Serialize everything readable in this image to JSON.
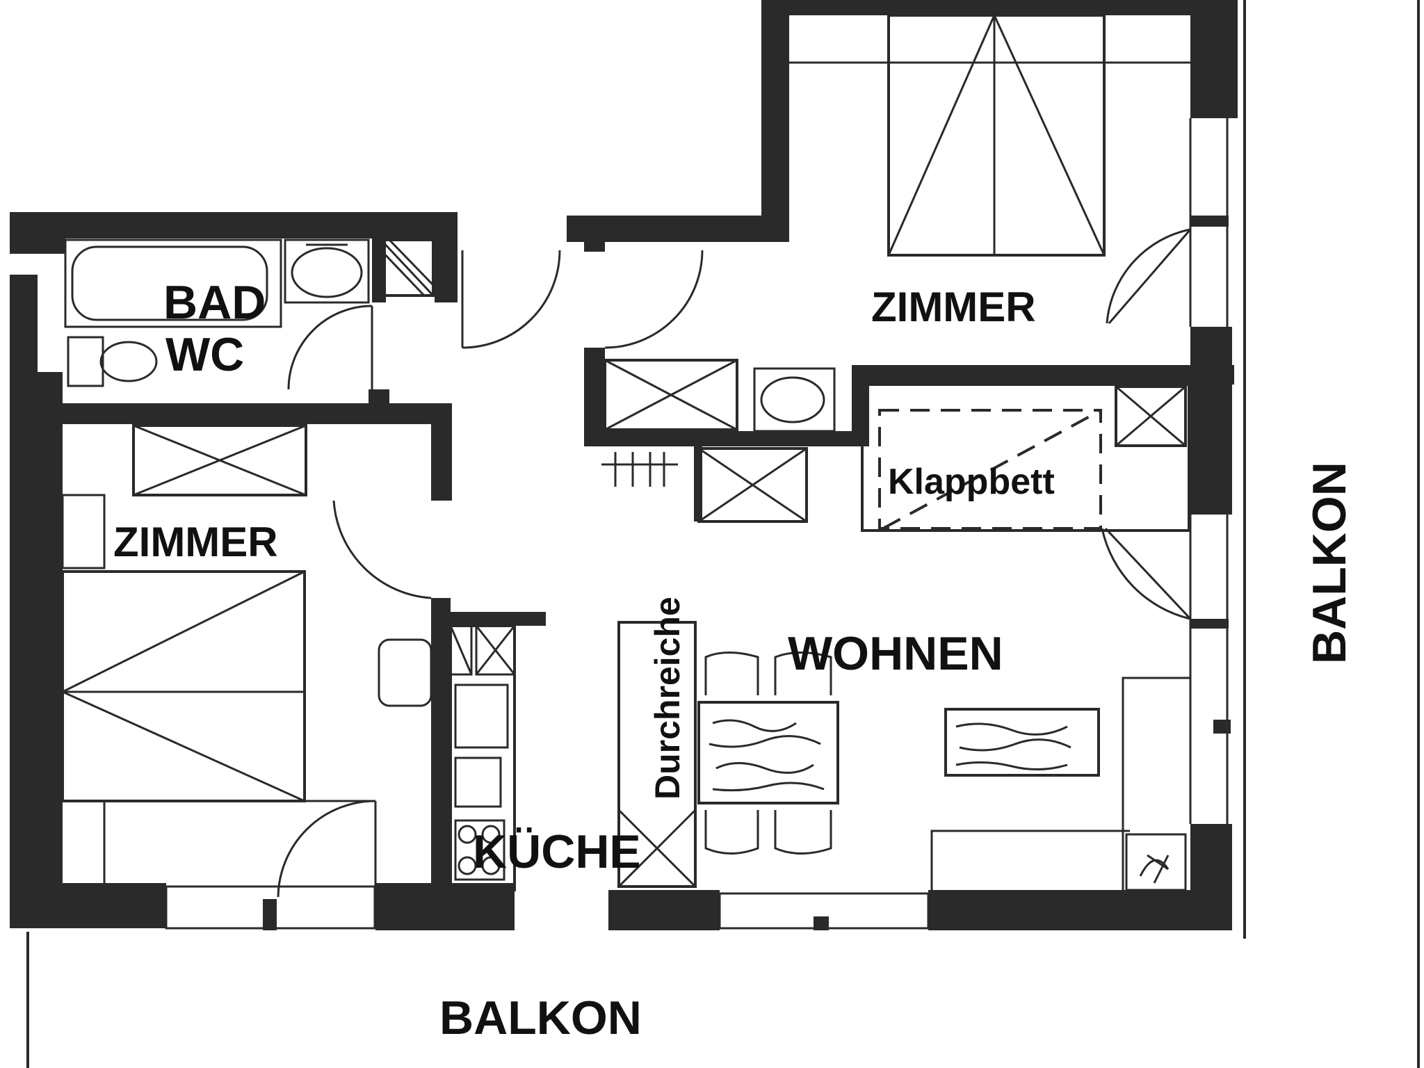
{
  "labels": {
    "bad": "BAD",
    "wc": "WC",
    "zimmer_left": "ZIMMER",
    "zimmer_top": "ZIMMER",
    "klappbett": "Klappbett",
    "wohnen": "WOHNEN",
    "durchreiche": "Durchreiche",
    "kueche": "KÜCHE",
    "balkon_bottom": "BALKON",
    "balkon_right": "BALKON"
  },
  "colors": {
    "wall": "#2a2a2a",
    "background": "#ffffff"
  }
}
